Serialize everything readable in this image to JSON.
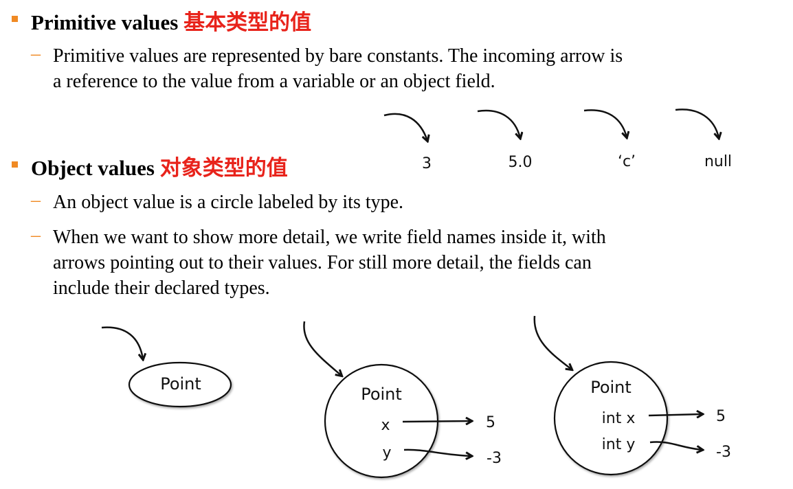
{
  "sections": [
    {
      "title": "Primitive values",
      "title_cn": "基本类型的值",
      "points": [
        "Primitive values are represented by bare constants. The incoming arrow is",
        "a reference to the value from a variable or an object field."
      ]
    },
    {
      "title": "Object values",
      "title_cn": "对象类型的值",
      "points": [
        "An object value is a circle labeled by its type.",
        "When we want to show more detail, we write field names inside it, with",
        "arrows pointing out to their values. For still more detail, the fields can",
        "include their declared types."
      ]
    }
  ],
  "primitive_examples": [
    "3",
    "5.0",
    "‘c’",
    "null"
  ],
  "objects": [
    {
      "type": "Point"
    },
    {
      "type": "Point",
      "fields": [
        {
          "name": "x",
          "value": "5"
        },
        {
          "name": "y",
          "value": "-3"
        }
      ]
    },
    {
      "type": "Point",
      "fields": [
        {
          "name": "int x",
          "value": "5"
        },
        {
          "name": "int y",
          "value": "-3"
        }
      ]
    }
  ],
  "colors": {
    "accent": "#f08a24",
    "cjk": "#e8231b"
  }
}
